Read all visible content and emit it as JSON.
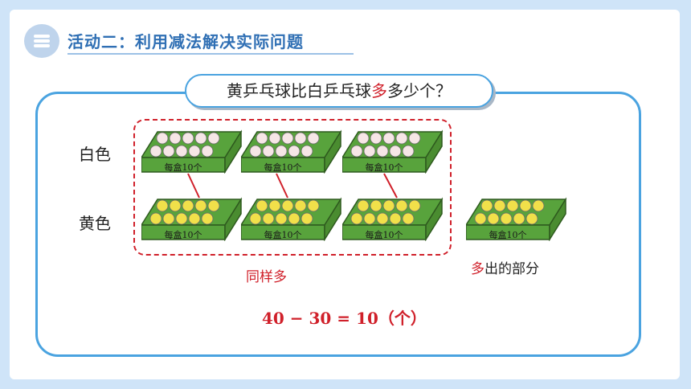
{
  "header": {
    "title": "活动二：利用减法解决实际问题"
  },
  "question": {
    "prefix": "黄乒乓球比白乒乓球",
    "emphasis": "多",
    "suffix": "多少个？"
  },
  "rows": {
    "white_label": "白色",
    "yellow_label": "黄色"
  },
  "tray_label": "每盒10个",
  "trays": {
    "white_count": 3,
    "yellow_count": 4,
    "balls_per_tray": 10
  },
  "annotations": {
    "same_label": "同样多",
    "extra_emphasis": "多",
    "extra_rest": "出的部分"
  },
  "equation": "40 − 30 = 10（个）",
  "colors": {
    "accent": "#4aa3e0",
    "red": "#d0202a",
    "tray_green": "#58a33c",
    "ball_white": "#f6e6e6",
    "ball_yellow": "#f1e04a"
  }
}
